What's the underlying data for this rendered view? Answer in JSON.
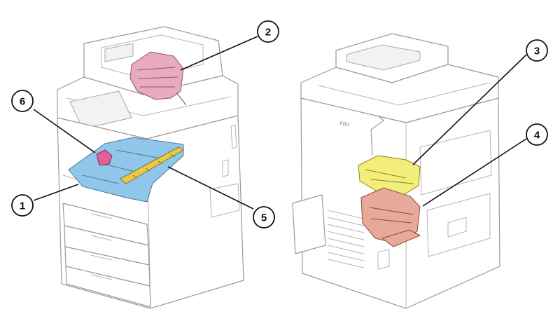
{
  "callouts": [
    {
      "label": "1",
      "part": "blue"
    },
    {
      "label": "2",
      "part": "pink"
    },
    {
      "label": "3",
      "part": "yellow"
    },
    {
      "label": "4",
      "part": "salmon"
    },
    {
      "label": "5",
      "part": "gold"
    },
    {
      "label": "6",
      "part": "magenta"
    }
  ],
  "colors": {
    "blue": "#8fc6ea",
    "pink": "#e9a9be",
    "yellow": "#f3ee7a",
    "salmon": "#e7a99a",
    "gold": "#e8c94a",
    "magenta": "#e0609a"
  },
  "panel_text": "IIIIII"
}
